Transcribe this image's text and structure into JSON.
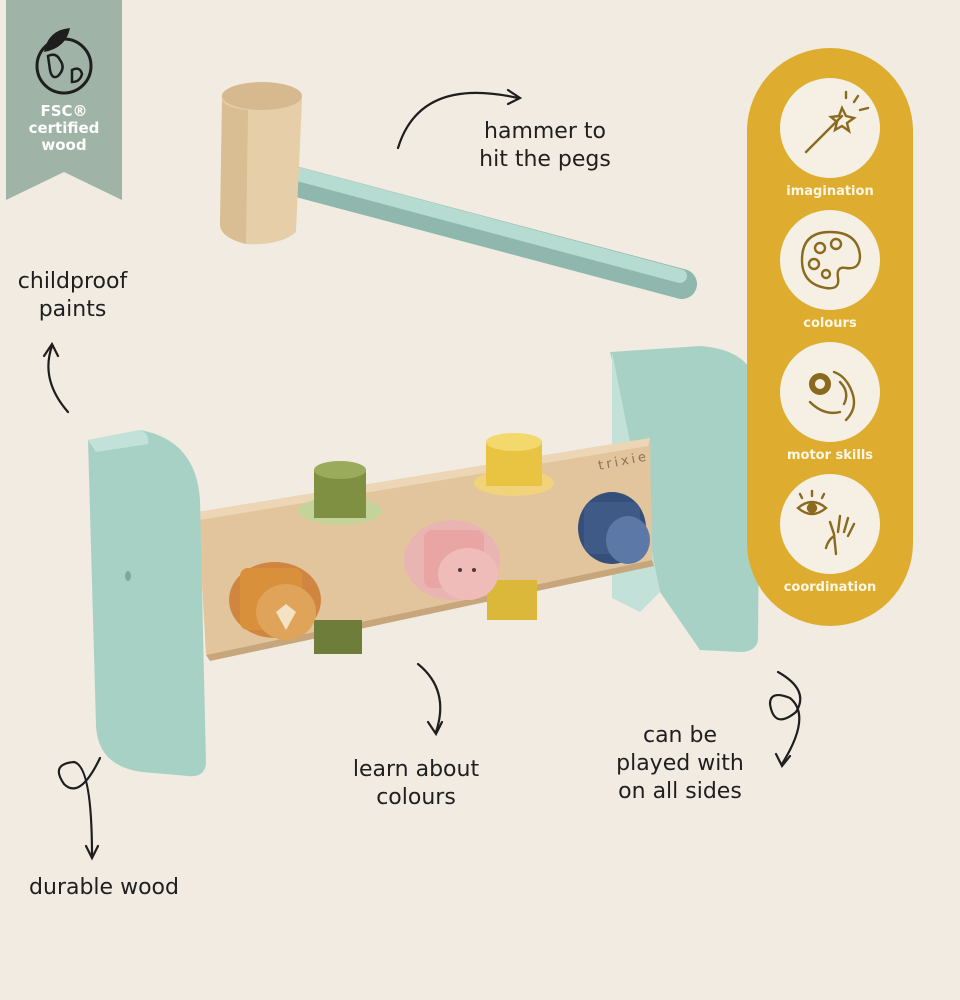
{
  "badge": {
    "text": "FSC®\ncertified\nwood",
    "color": "#9fb3a7"
  },
  "labels": {
    "hammer": "hammer to\nhit the pegs",
    "paints": "childproof\npaints",
    "learn": "learn about\ncolours",
    "sides": "can be\nplayed with\non all sides",
    "durable": "durable wood"
  },
  "brand": {
    "engraving": "trixie"
  },
  "benefits": {
    "panel_color": "#deac2e",
    "items": [
      {
        "label": "imagination",
        "icon": "magic-wand-icon"
      },
      {
        "label": "colours",
        "icon": "paint-palette-icon"
      },
      {
        "label": "motor skills",
        "icon": "hand-grabbing-ball-icon"
      },
      {
        "label": "coordination",
        "icon": "eye-and-hand-icon"
      }
    ]
  },
  "colors": {
    "mint": "#a8d1c6",
    "wood": "#e2c49c",
    "peg_olive": "#7f9043",
    "peg_yellow": "#e9c443",
    "peg_orange": "#d8913a",
    "peg_pink": "#e8a5a3",
    "peg_navy": "#3f5a86"
  }
}
